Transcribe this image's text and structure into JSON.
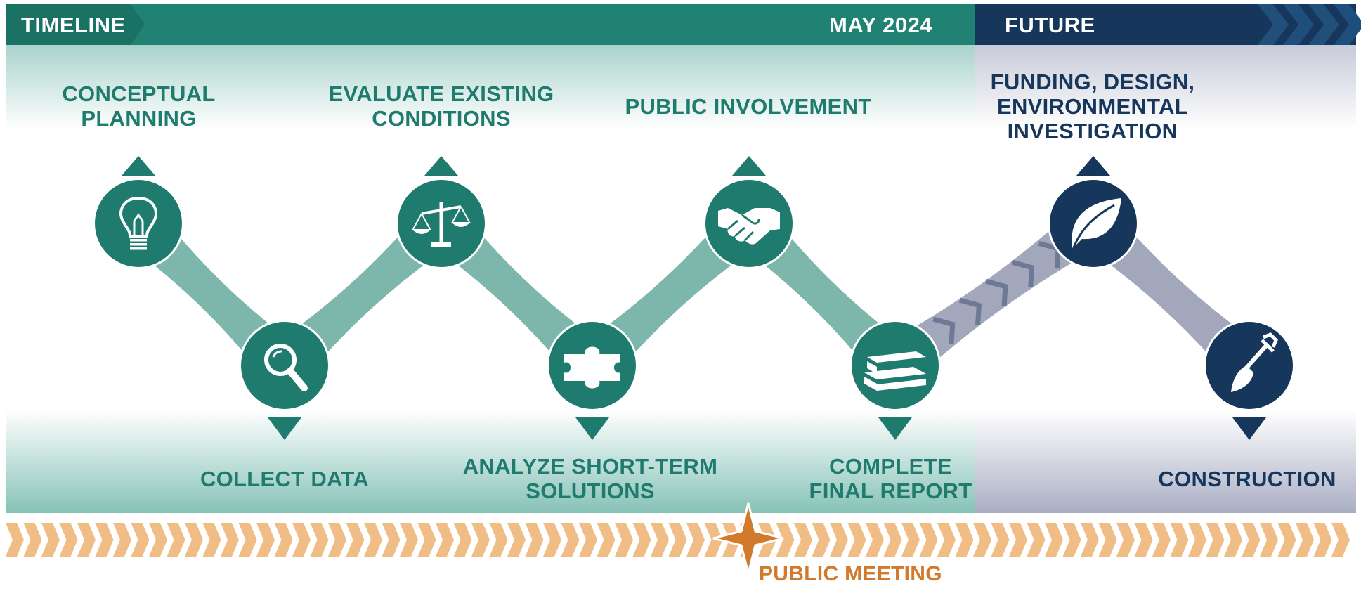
{
  "header": {
    "timeline_label": "TIMELINE",
    "current_label": "MAY 2024",
    "future_label": "FUTURE"
  },
  "stages": [
    {
      "label": "CONCEPTUAL\nPLANNING",
      "icon": "lightbulb-icon",
      "position": "top",
      "phase": "current"
    },
    {
      "label": "COLLECT DATA",
      "icon": "magnifier-icon",
      "position": "bottom",
      "phase": "current"
    },
    {
      "label": "EVALUATE EXISTING\nCONDITIONS",
      "icon": "scales-icon",
      "position": "top",
      "phase": "current"
    },
    {
      "label": "ANALYZE SHORT-TERM\nSOLUTIONS",
      "icon": "puzzle-icon",
      "position": "bottom",
      "phase": "current"
    },
    {
      "label": "PUBLIC INVOLVEMENT",
      "icon": "handshake-icon",
      "position": "top",
      "phase": "current"
    },
    {
      "label": "COMPLETE\nFINAL REPORT",
      "icon": "books-icon",
      "position": "bottom",
      "phase": "current"
    },
    {
      "label": "FUNDING, DESIGN,\nENVIRONMENTAL\nINVESTIGATION",
      "icon": "leaf-icon",
      "position": "top",
      "phase": "future"
    },
    {
      "label": "CONSTRUCTION",
      "icon": "shovel-icon",
      "position": "bottom",
      "phase": "future"
    }
  ],
  "milestone": {
    "label": "PUBLIC MEETING",
    "icon": "star-icon"
  },
  "colors": {
    "teal": "#1e7b6e",
    "teal_header": "#1f8272",
    "teal_connector": "#7db6ab",
    "navy": "#16365c",
    "future_connector": "#a2a7bb",
    "orange": "#d2792b",
    "chevron_fill": "#f0bd86"
  }
}
